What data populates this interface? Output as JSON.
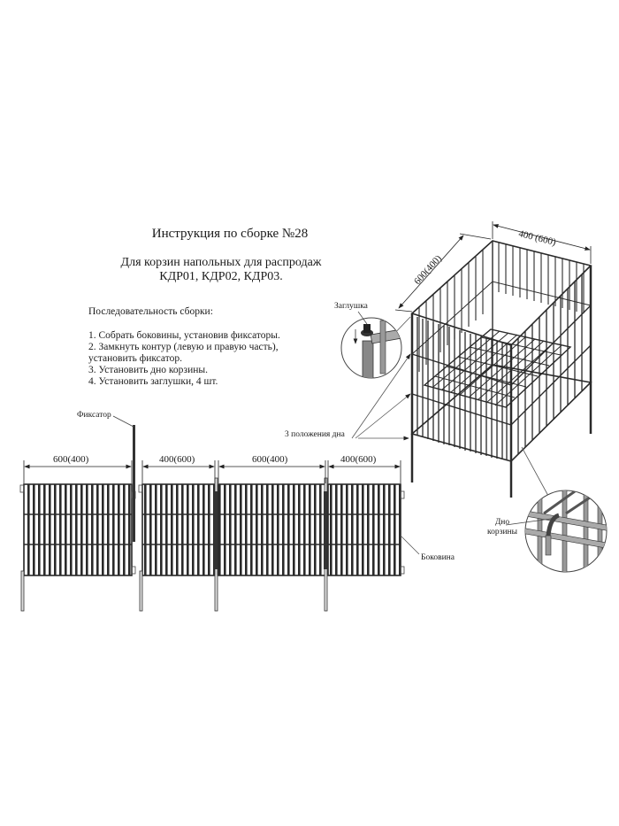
{
  "document": {
    "title": "Инструкция по сборке №28",
    "subtitle_line1": "Для корзин напольных для распродаж",
    "subtitle_line2": "КДР01, КДР02, КДР03."
  },
  "sequence": {
    "header": "Последовательность сборки:",
    "steps": [
      "1. Собрать боковины,  установив фиксаторы.",
      "2. Замкнуть контур (левую и правую часть),",
      "установить фиксатор.",
      "3. Установить дно корзины.",
      "4. Установить заглушки, 4 шт."
    ]
  },
  "basket_3d": {
    "dim_width": "400 (600)",
    "dim_depth": "600(400)",
    "label_plug": "Заглушка",
    "label_bottom_positions": "3 положения дна",
    "label_basket_bottom_line1": "Дно",
    "label_basket_bottom_line2": "корзины"
  },
  "flat_panels": {
    "label_latch": "Фиксатор",
    "label_side": "Боковина",
    "dims": [
      "600(400)",
      "400(600)",
      "600(400)",
      "400(600)"
    ]
  },
  "colors": {
    "line": "#2a2a2a",
    "leader": "#555555",
    "background": "#ffffff"
  }
}
